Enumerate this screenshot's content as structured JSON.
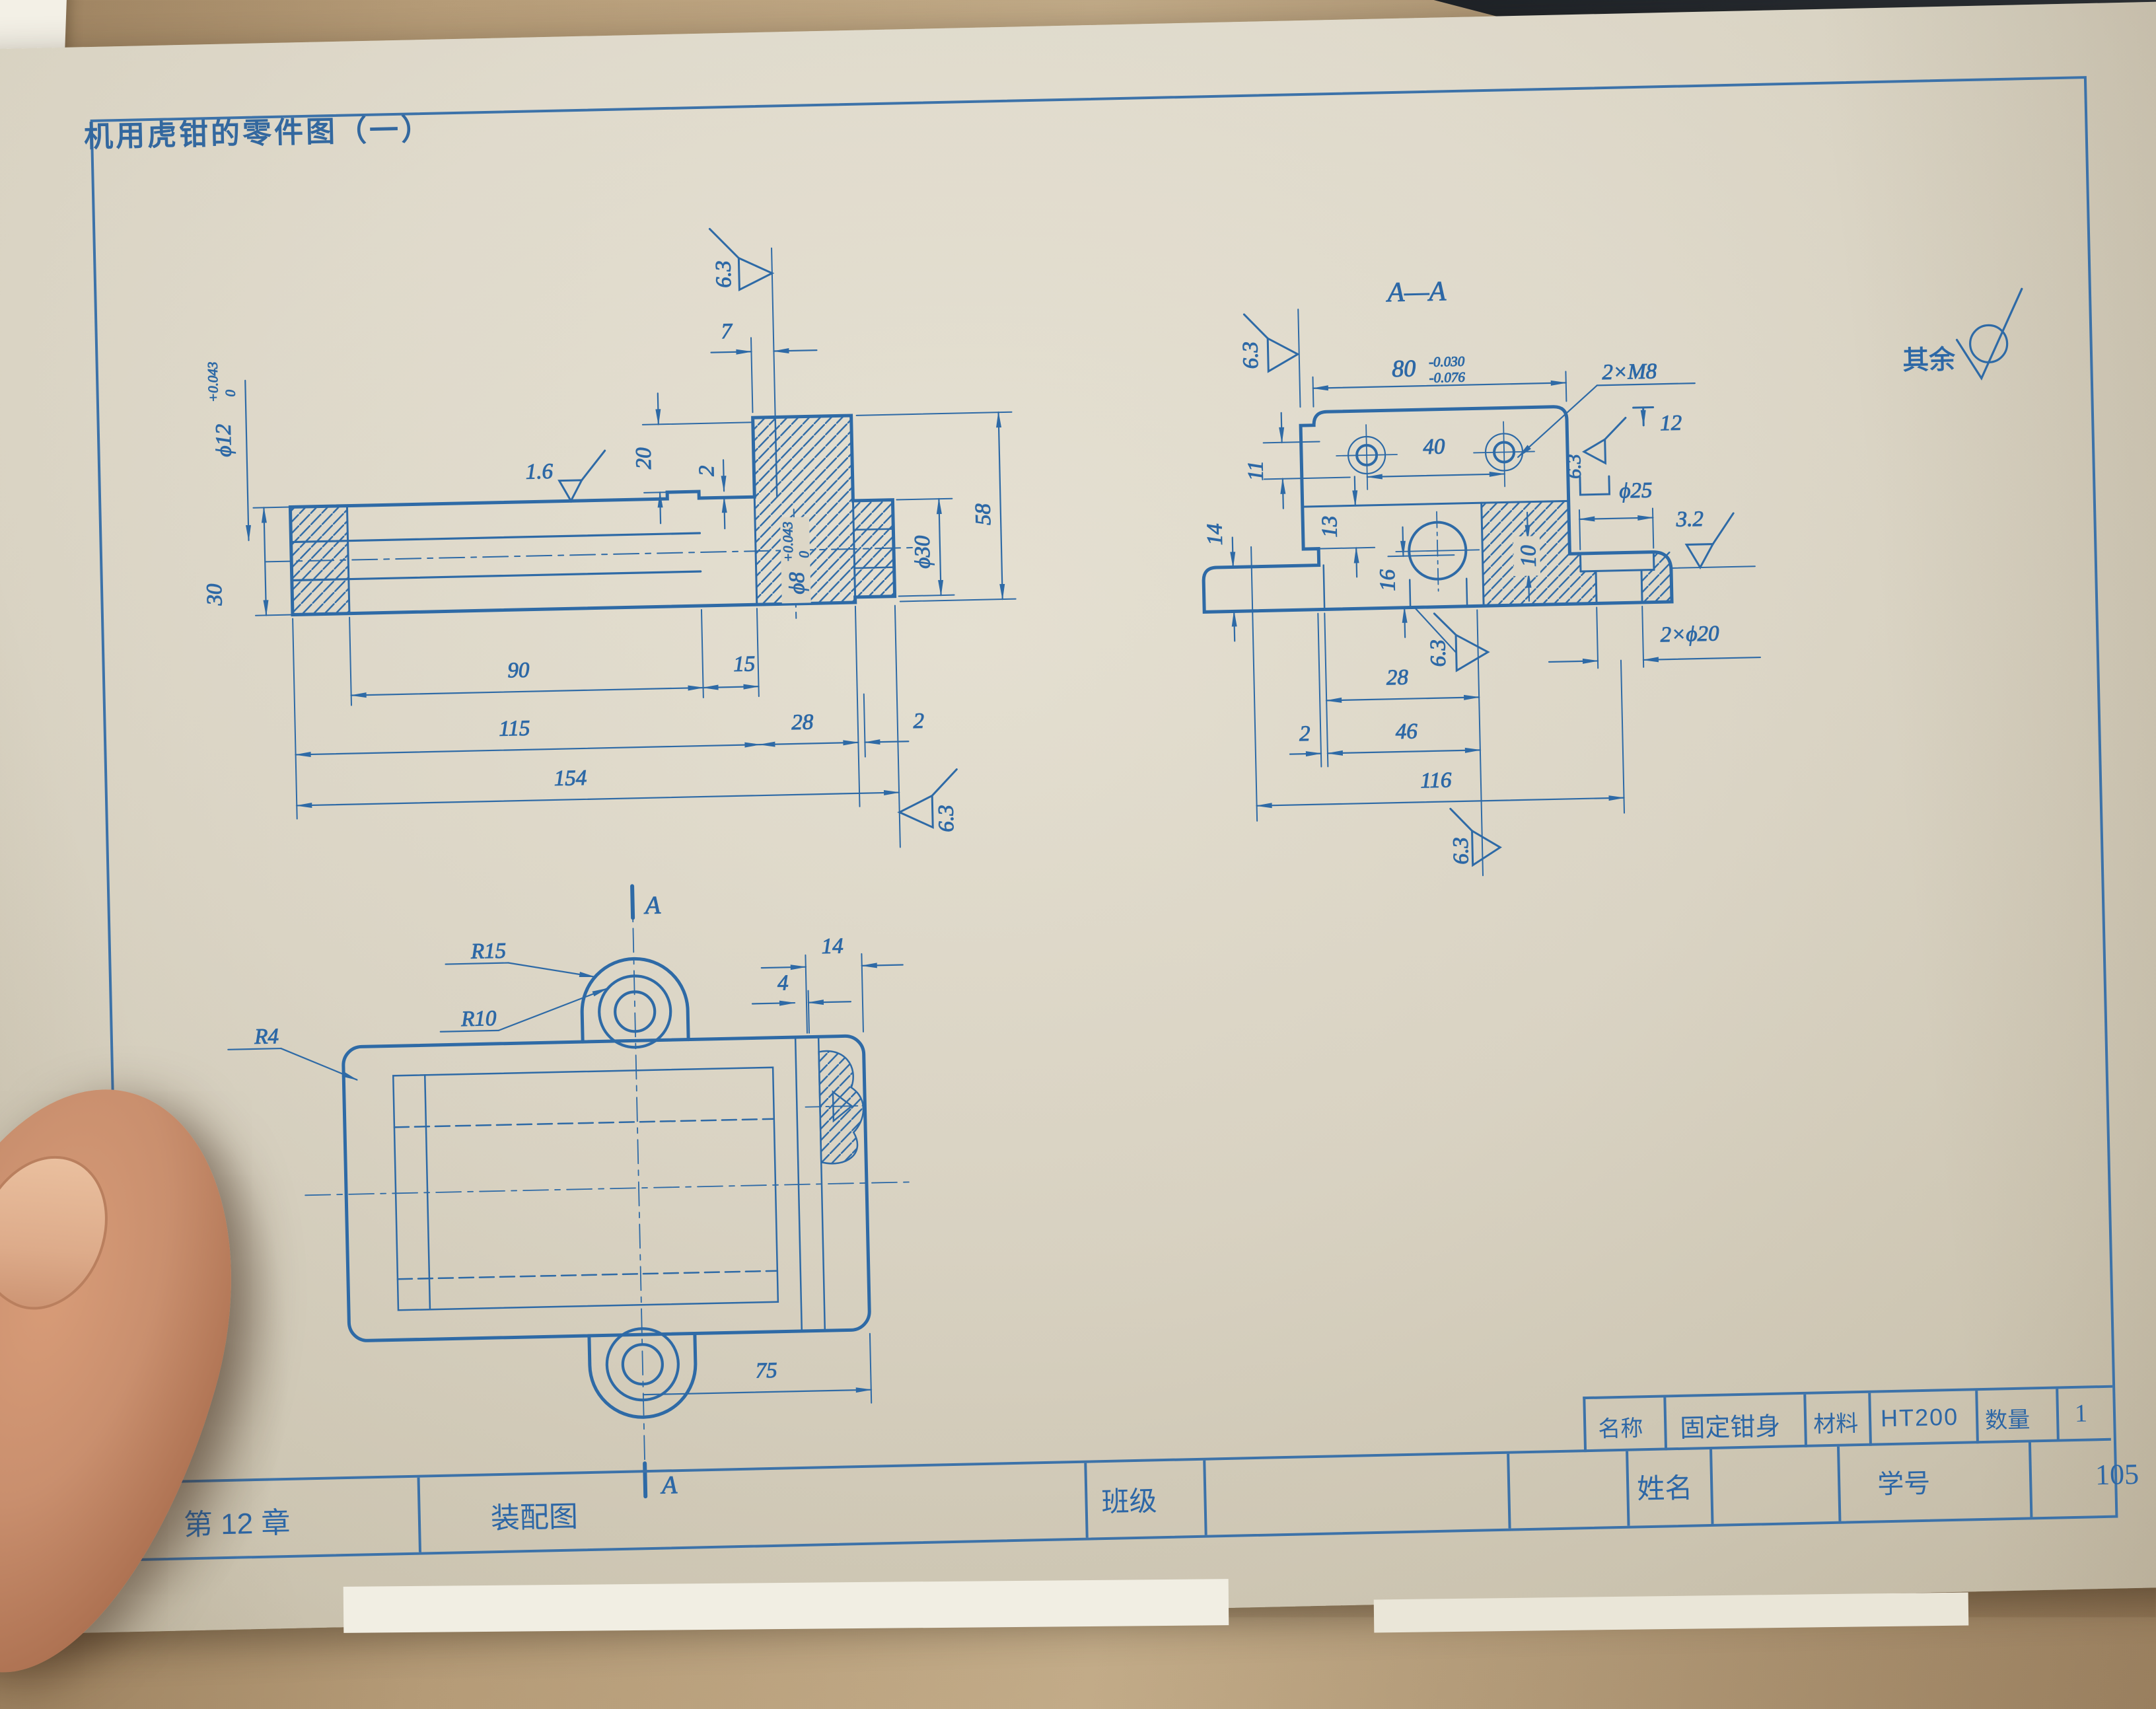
{
  "header": {
    "title": "机用虎钳的零件图（一）",
    "rest_label": "其余"
  },
  "front_view": {
    "dims": {
      "d30": "30",
      "dia12": "ϕ12",
      "dia12_tu": "+0.043",
      "dia12_tl": "0",
      "ra16": "1.6",
      "d20": "20",
      "d2_lip": "2",
      "d7": "7",
      "ra63_top": "6.3",
      "d58": "58",
      "dia30": "ϕ30",
      "dia8": "ϕ8",
      "dia8_tu": "+0.043",
      "dia8_tl": "0",
      "d90": "90",
      "d15": "15",
      "d115": "115",
      "d28": "28",
      "d2_right": "2",
      "d154": "154",
      "ra63_bottom": "6.3"
    }
  },
  "section_view": {
    "title": "A—A",
    "dims": {
      "ra63_tl": "6.3",
      "d80": "80",
      "d80_tu": "-0.030",
      "d80_tl": "-0.076",
      "thread": "2×M8",
      "depth": "12",
      "ra63_r": "6.3",
      "cbore": "ϕ25",
      "ra32": "3.2",
      "d40": "40",
      "d11": "11",
      "d14": "14",
      "d13": "13",
      "d16": "16",
      "d10": "10",
      "ra63_mid": "6.3",
      "d28": "28",
      "d2": "2",
      "d46": "46",
      "d116": "116",
      "ra63_b": "6.3",
      "holes": "2×ϕ20"
    }
  },
  "top_view": {
    "dims": {
      "r15": "R15",
      "r10": "R10",
      "r4": "R4",
      "d14": "14",
      "d4": "4",
      "d75": "75",
      "sec_top": "A",
      "sec_bottom": "A"
    }
  },
  "title_block": {
    "name_label": "名称",
    "name_value": "固定钳身",
    "mat_label": "材料",
    "mat_value": "HT200",
    "qty_label": "数量",
    "qty_value": "1",
    "id_label": "学号",
    "page": "105"
  },
  "band": {
    "chapter": "第 12 章",
    "section_title": "装配图",
    "class_label": "班级",
    "person_label": "姓名"
  }
}
